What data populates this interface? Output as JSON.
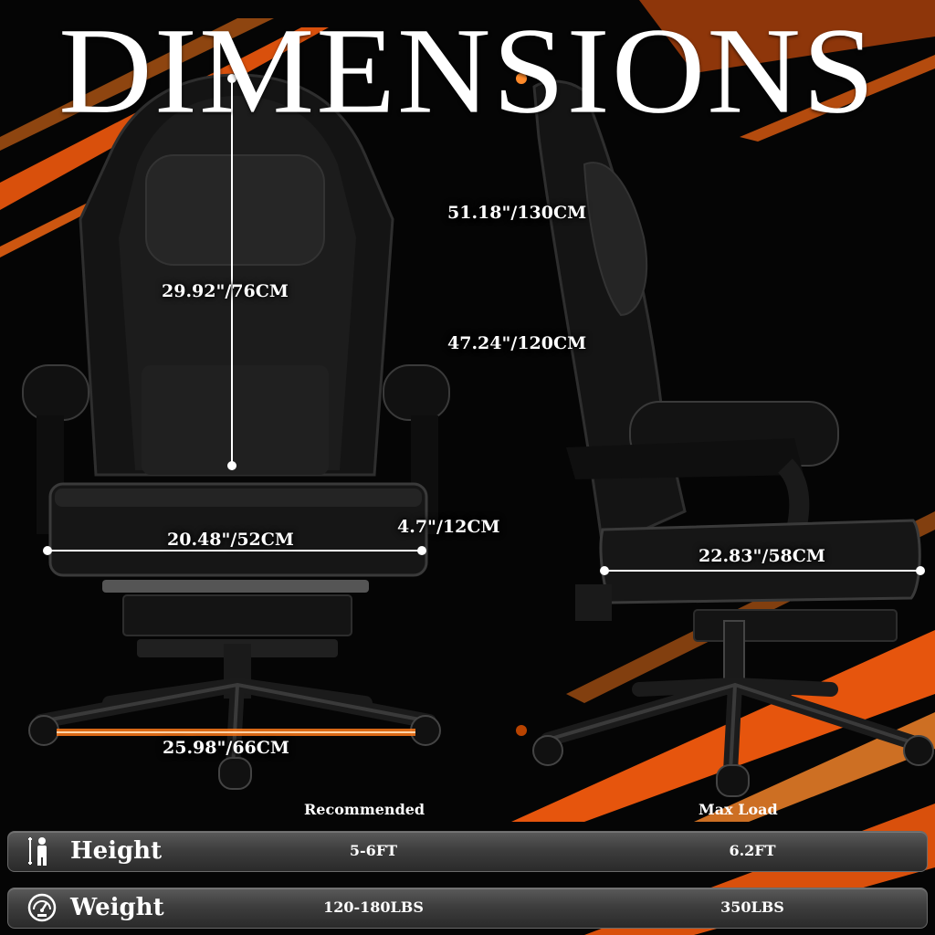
{
  "title": "DIMENSIONS",
  "colors": {
    "accent": "#ff6a13",
    "background": "#050505",
    "chair": "#141414",
    "bar": "#444444"
  },
  "dimensions": {
    "back_height": "29.92\"/76CM",
    "total_height_max": "51.18\"/130CM",
    "total_height_min": "47.24\"/120CM",
    "seat_width": "20.48\"/52CM",
    "seat_thickness": "4.7\"/12CM",
    "seat_depth": "22.83\"/58CM",
    "base_width": "25.98\"/66CM"
  },
  "specs": {
    "recommended_header": "Recommended",
    "max_load_header": "Max Load",
    "rows": [
      {
        "label": "Height",
        "icon": "person-icon",
        "recommended": "5-6FT",
        "max": "6.2FT"
      },
      {
        "label": "Weight",
        "icon": "scale-gauge-icon",
        "recommended": "120-180LBS",
        "max": "350LBS"
      }
    ]
  }
}
